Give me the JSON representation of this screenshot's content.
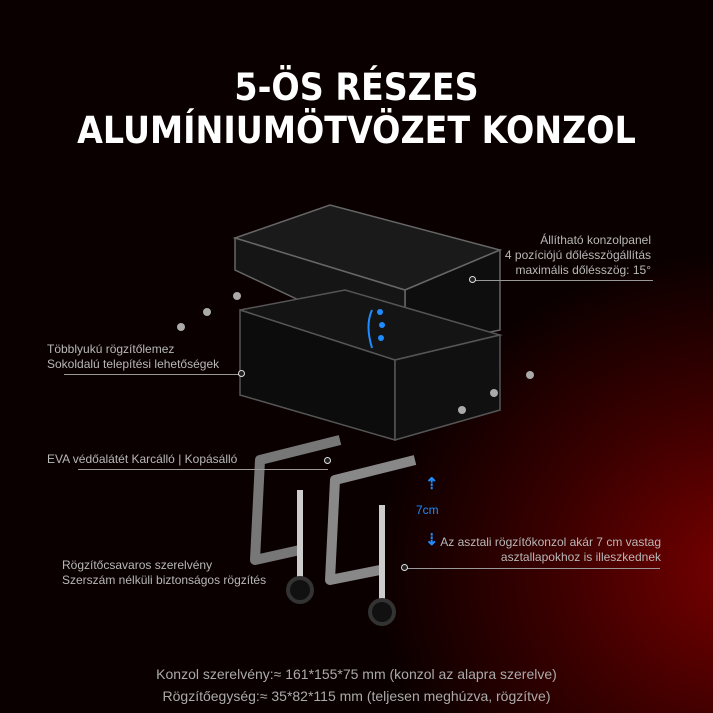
{
  "title": "5-ÖS RÉSZES ALUMÍNIUMÖTVÖZET KONZOL",
  "callouts": {
    "panel": [
      "Állítható konzolpanel",
      "4 pozíciójú dőlésszögállítás",
      "maximális dőlésszög: 15°"
    ],
    "plate": [
      "Többlyukú rögzítőlemez",
      "Sokoldalú telepítési lehetőségek"
    ],
    "eva": "EVA védőalátét Karcálló | Kopásálló",
    "thickness_label": "7cm",
    "table": [
      "Az asztali rögzítőkonzol akár 7 cm vastag",
      "asztallapokhoz is illeszkednek"
    ],
    "screw": [
      "Rögzítőcsavaros szerelvény",
      "Szerszám nélküli biztonságos rögzítés"
    ]
  },
  "footer": [
    "Konzol szerelvény:≈ 161*155*75 mm (konzol az alapra szerelve)",
    "Rögzítőegység:≈ 35*82*115 mm (teljesen meghúzva, rögzítve)"
  ],
  "colors": {
    "accent": "#1e8cff",
    "background_glow": "#7a0000"
  }
}
